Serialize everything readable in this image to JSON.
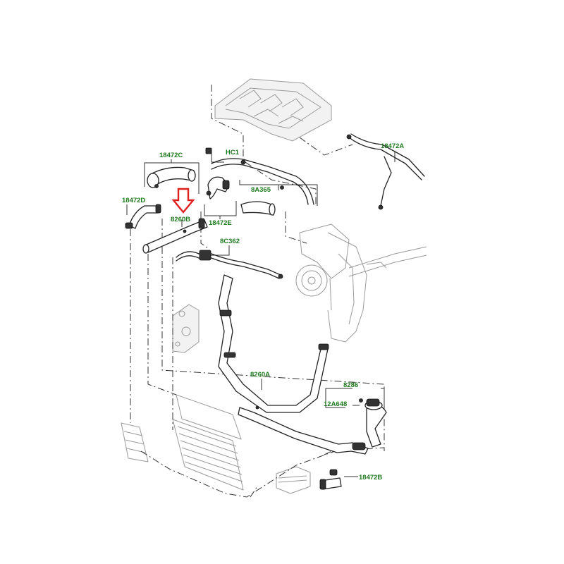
{
  "callouts": {
    "c18472C": "18472C",
    "cHC1": "HC1",
    "c18472A": "18472A",
    "c8A365": "8A365",
    "c18472D": "18472D",
    "c8260B": "8260B",
    "c18472E": "18472E",
    "c8C362": "8C362",
    "c8260A": "8260A",
    "c8286": "8286",
    "c12A648": "12A648",
    "c18472B": "18472B"
  },
  "colors": {
    "callout_text": "#1f7a1f",
    "highlight_arrow": "#e01f1f",
    "line_art": "#222222",
    "ghost_parts": "#9a9a9a"
  },
  "highlight": {
    "target": "8260B",
    "icon": "down-arrow-icon"
  }
}
